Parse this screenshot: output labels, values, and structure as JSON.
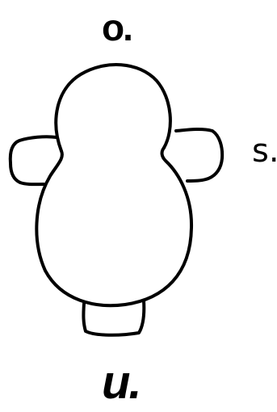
{
  "labels": {
    "top": "o.",
    "right": "s.",
    "bottom": "u."
  },
  "colors": {
    "stroke": "#000000",
    "background": "#ffffff"
  }
}
